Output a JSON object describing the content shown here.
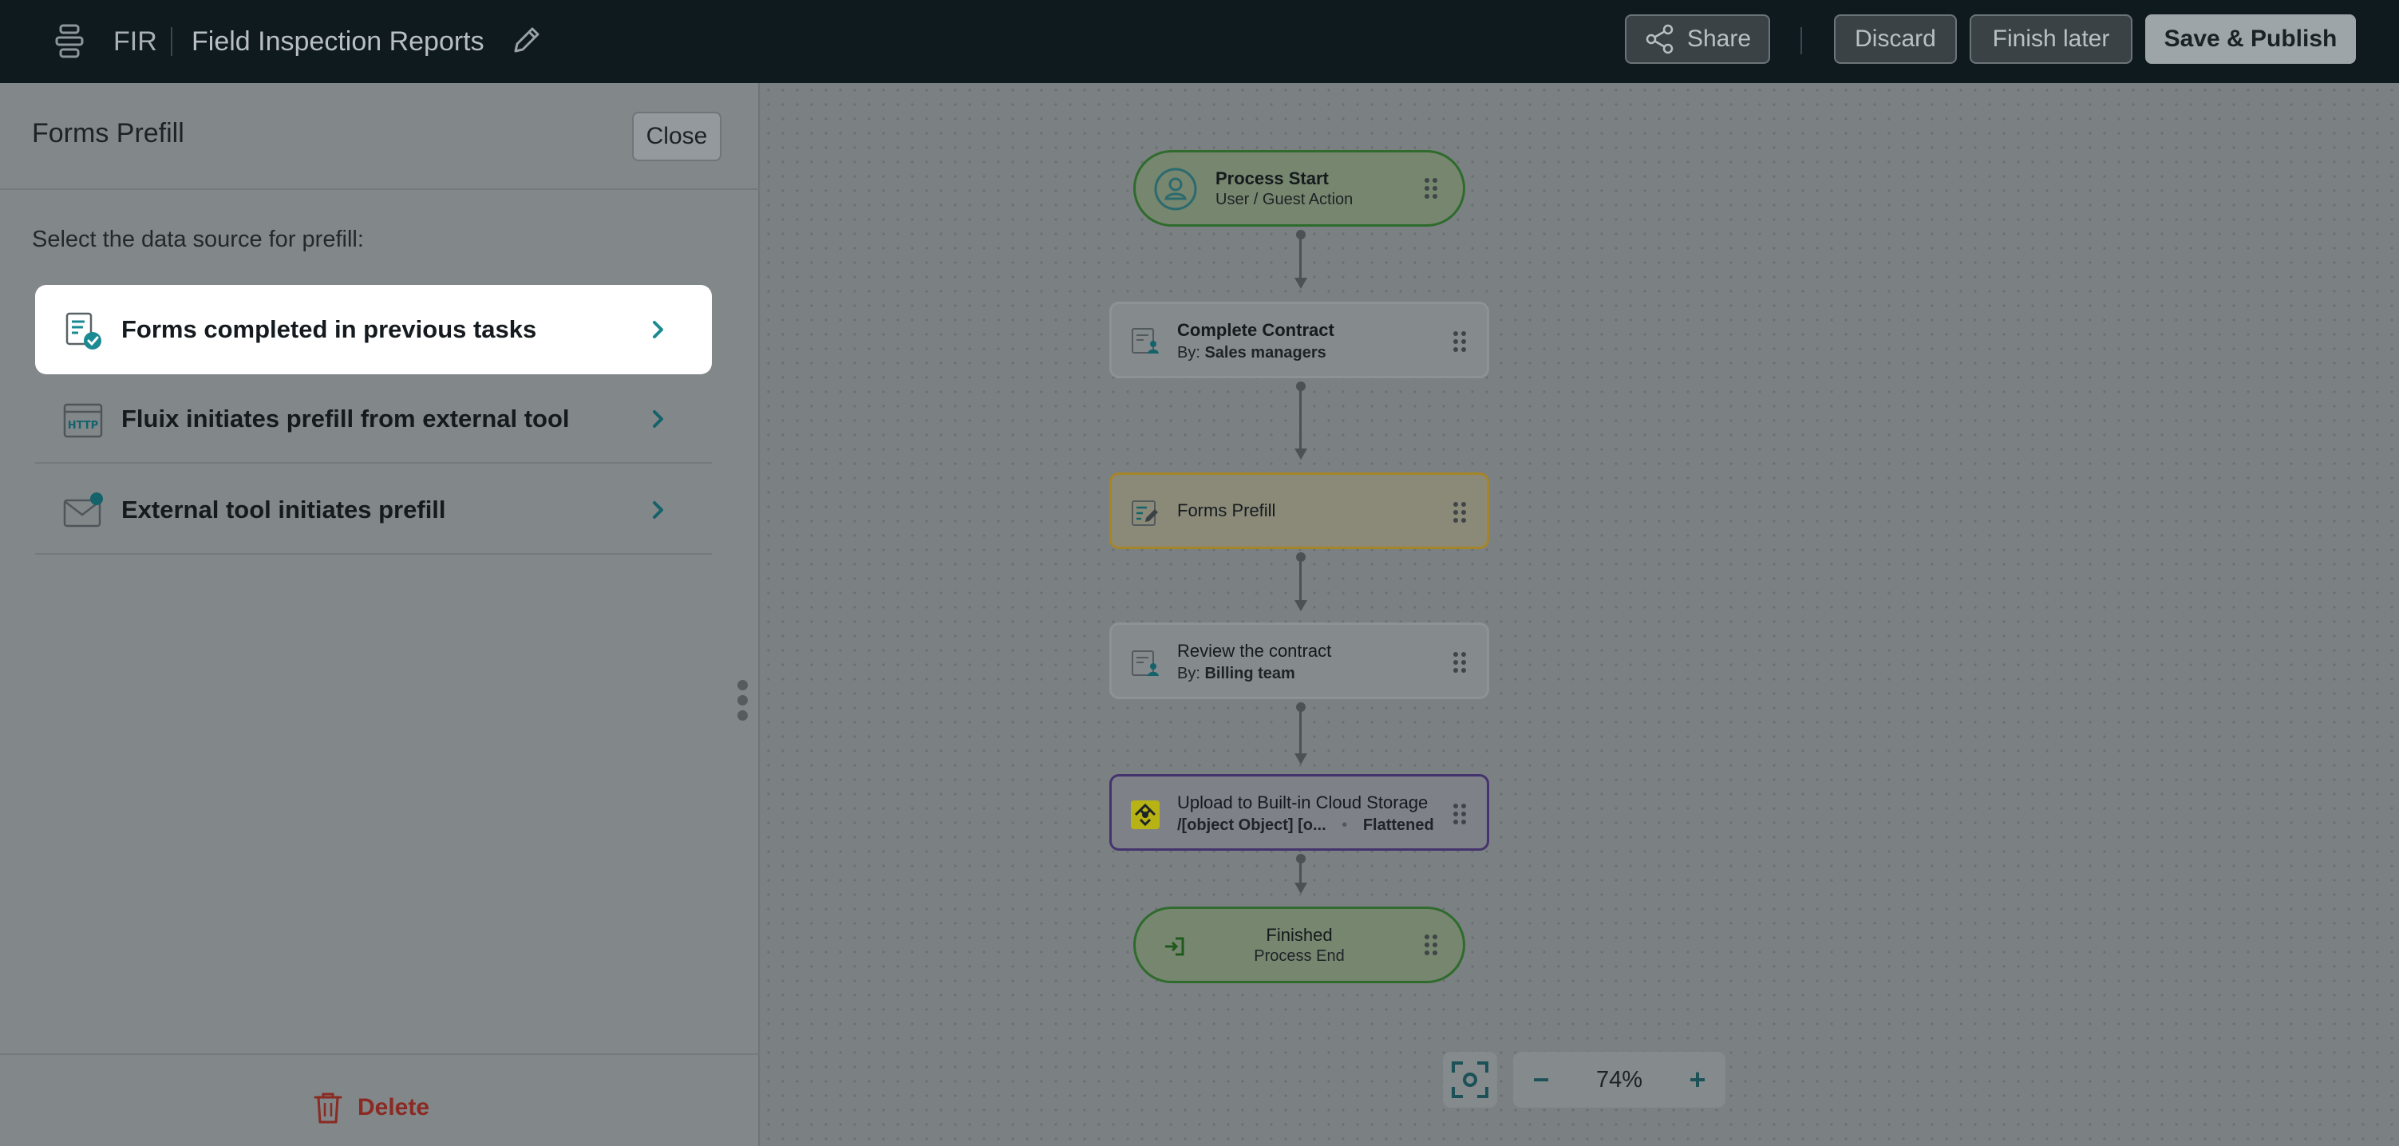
{
  "topbar": {
    "app_abbr": "FIR",
    "title": "Field Inspection Reports",
    "share_label": "Share",
    "discard_label": "Discard",
    "finish_later_label": "Finish later",
    "save_publish_label": "Save & Publish"
  },
  "panel": {
    "title": "Forms Prefill",
    "close_label": "Close",
    "prompt": "Select the data source for prefill:",
    "options": [
      {
        "label": "Forms completed in previous tasks",
        "icon": "form-check-icon",
        "selected": true
      },
      {
        "label": "Fluix initiates prefill from external tool",
        "icon": "http-icon",
        "selected": false
      },
      {
        "label": "External tool initiates prefill",
        "icon": "mail-notification-icon",
        "selected": false
      }
    ],
    "delete_label": "Delete"
  },
  "workflow": {
    "nodes": [
      {
        "title": "Process Start",
        "subtitle": "User / Guest Action"
      },
      {
        "title": "Complete Contract",
        "by_prefix": "By:",
        "by": "Sales managers"
      },
      {
        "title": "Forms Prefill"
      },
      {
        "title": "Review the contract",
        "by_prefix": "By:",
        "by": "Billing team"
      },
      {
        "title": "Upload to Built-in Cloud Storage",
        "subtitle": "/[object Object] [o...",
        "tag": "Flattened",
        "separator": "•"
      },
      {
        "title": "Finished",
        "subtitle": "Process End"
      }
    ]
  },
  "zoom": {
    "minus": "−",
    "value": "74%",
    "plus": "+"
  },
  "colors": {
    "accent": "#1b8a92",
    "start_border": "#2e6b2c",
    "prefill_border": "#a58527",
    "upload_border": "#45336e",
    "delete": "#8a2a22"
  }
}
